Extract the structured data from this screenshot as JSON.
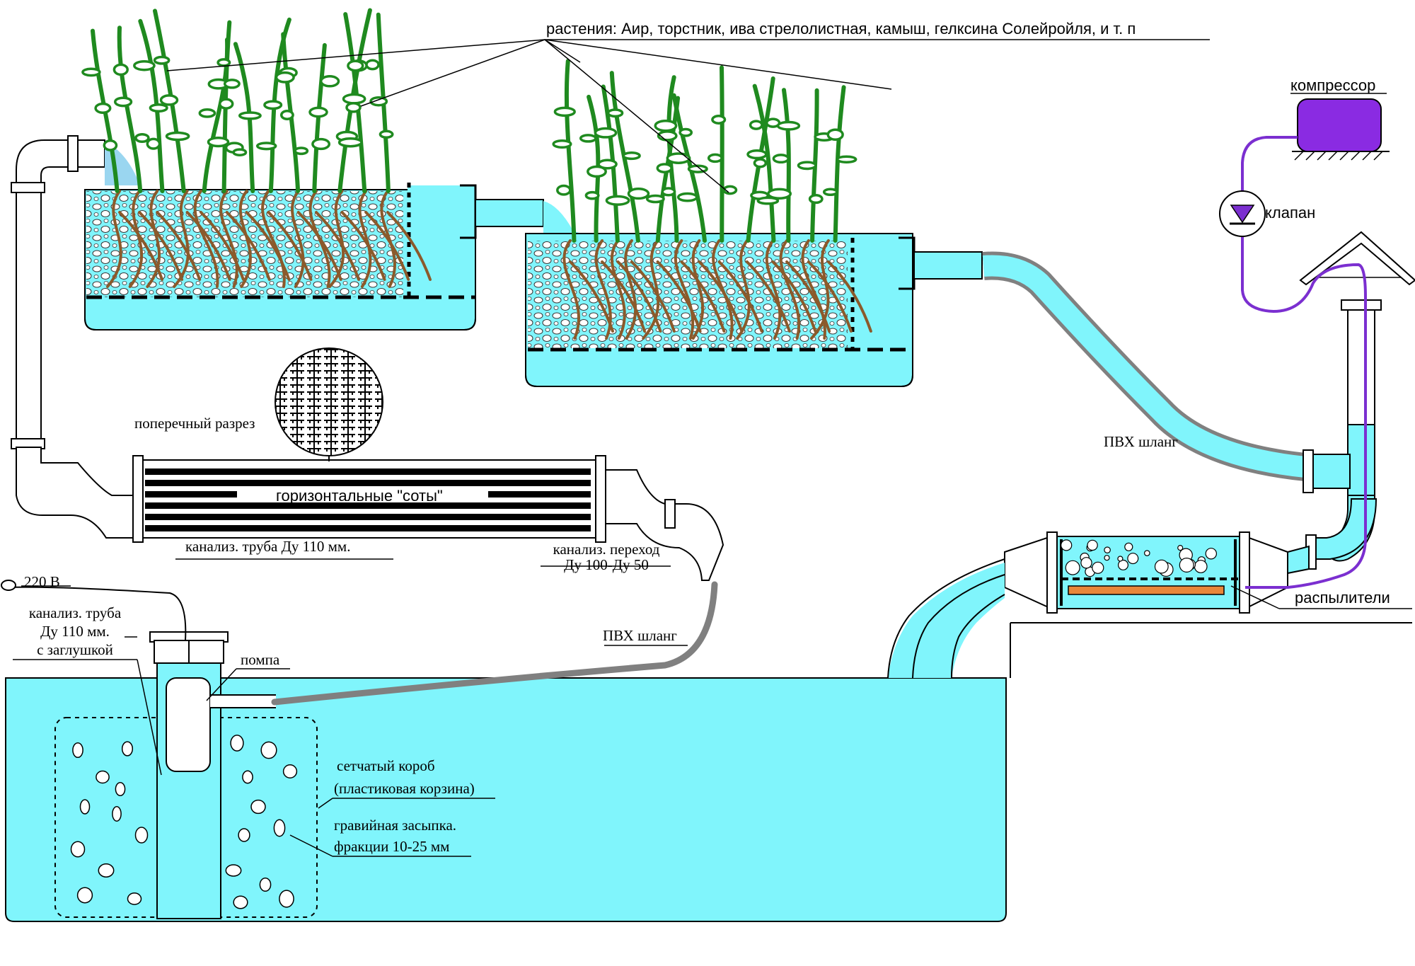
{
  "labels": {
    "plants": "растения: Аир, торстник, ива стрелолистная, камыш, гелксина Солейройля, и т. п",
    "compressor": "компрессор",
    "valve": "клапан",
    "cross_section": "поперечный разрез",
    "honeycomb": "горизонтальные \"соты\"",
    "pipe_110": "канализ. труба  Ду 110 мм.",
    "adapter_line1": "канализ. переход",
    "adapter_line2": "Ду 100-Ду 50",
    "pvc_hose_right": "ПВХ шланг",
    "pvc_hose_lower": "ПВХ шланг",
    "sprayers": "распылители",
    "voltage": "220 В",
    "capped_pipe_line1": "канализ. труба",
    "capped_pipe_line2": "Ду 110 мм.",
    "capped_pipe_line3": "с заглушкой",
    "pump": "помпа",
    "mesh_box_line1": "сетчатый короб",
    "mesh_box_line2": "(пластиковая корзина)",
    "gravel_line1": "гравийная засыпка.",
    "gravel_line2": "фракции 10-25 мм"
  },
  "colors": {
    "water": "#80f5fc",
    "water_light": "#c8f8fc",
    "plants": "#1f8a1f",
    "roots": "#8b5a2b",
    "gravel": "#ffffff",
    "hose": "#808080",
    "compressor": "#8a2be2",
    "air_line": "#7b2fd0",
    "sprayer_bar": "#e8873a",
    "outline": "#000000"
  }
}
